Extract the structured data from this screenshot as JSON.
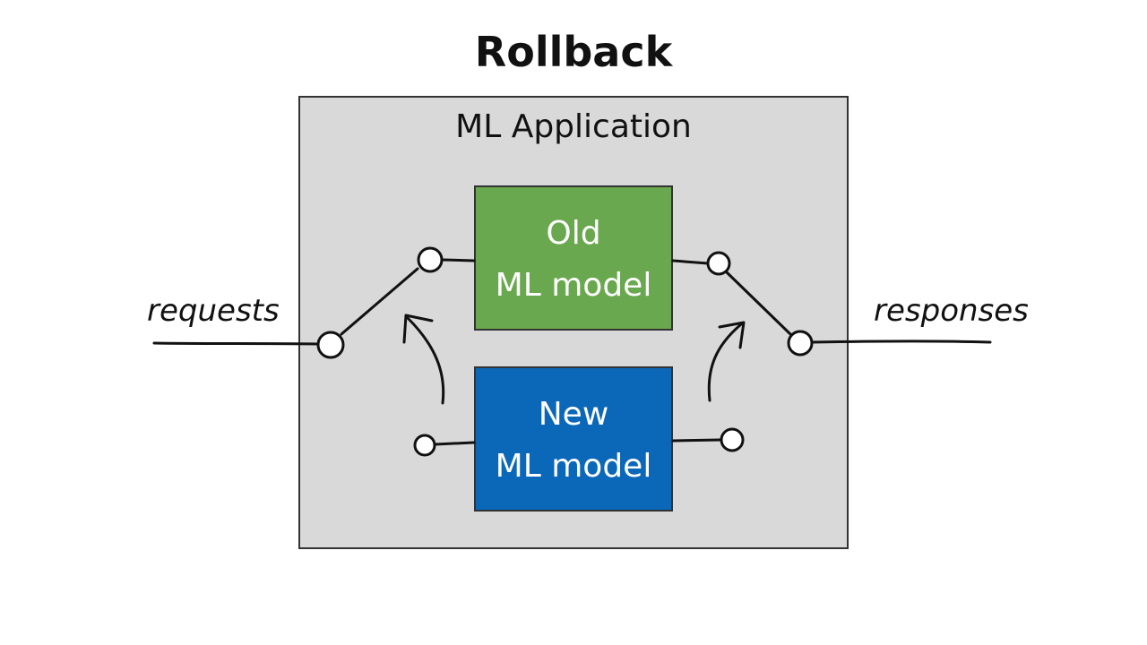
{
  "title": "Rollback",
  "container": {
    "label": "ML Application",
    "fill": "#d9d9d9"
  },
  "models": {
    "old": {
      "line1": "Old",
      "line2": "ML model",
      "fill": "#6aa84f"
    },
    "new": {
      "line1": "New",
      "line2": "ML model",
      "fill": "#0b67b8"
    }
  },
  "io": {
    "input": "requests",
    "output": "responses"
  }
}
